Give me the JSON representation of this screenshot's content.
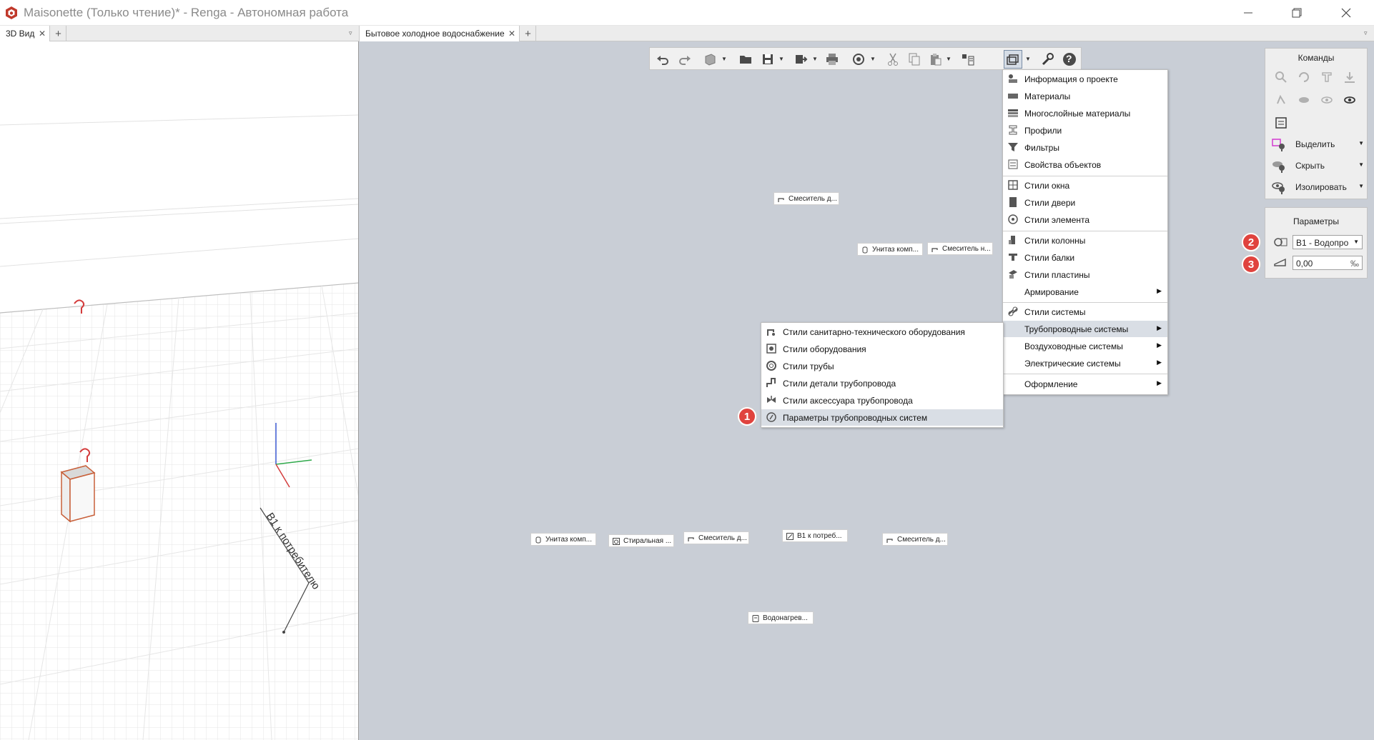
{
  "window": {
    "title": "Maisonette (Только чтение)* - Renga - Автономная работа",
    "controls": {
      "minimize": "minimize-icon",
      "restore": "restore-icon",
      "close": "close-icon"
    }
  },
  "left_tabs": {
    "tabs": [
      {
        "label": "3D Вид"
      }
    ],
    "add": "+",
    "dropdown": "▿"
  },
  "right_tabs": {
    "tabs": [
      {
        "label": "Бытовое холодное водоснабжение"
      }
    ],
    "add": "+",
    "dropdown": "▿"
  },
  "view3d": {
    "annotation": "B1 к потребителю"
  },
  "toolbar": {
    "help": "?",
    "buttons": [
      "undo-icon",
      "redo-icon",
      "3d-view-icon",
      "open-icon",
      "save-icon",
      "export-icon",
      "print-icon",
      "sync-icon",
      "cut-icon",
      "copy-icon",
      "paste-icon",
      "properties-icon",
      "styles-icon",
      "settings-icon",
      "help-icon"
    ]
  },
  "main_menu": {
    "items": [
      {
        "label": "Информация о проекте",
        "icon": "project-info-icon"
      },
      {
        "label": "Материалы",
        "icon": "materials-icon"
      },
      {
        "label": "Многослойные материалы",
        "icon": "layered-materials-icon"
      },
      {
        "label": "Профили",
        "icon": "profiles-icon"
      },
      {
        "label": "Фильтры",
        "icon": "filter-icon"
      },
      {
        "label": "Свойства объектов",
        "icon": "object-properties-icon"
      },
      {
        "label": "Стили окна",
        "icon": "window-styles-icon"
      },
      {
        "label": "Стили двери",
        "icon": "door-styles-icon"
      },
      {
        "label": "Стили элемента",
        "icon": "element-styles-icon"
      },
      {
        "label": "Стили колонны",
        "icon": "column-styles-icon"
      },
      {
        "label": "Стили балки",
        "icon": "beam-styles-icon"
      },
      {
        "label": "Стили пластины",
        "icon": "plate-styles-icon"
      },
      {
        "label": "Армирование",
        "icon": ""
      },
      {
        "label": "Стили системы",
        "icon": "system-styles-icon"
      },
      {
        "label": "Трубопроводные системы",
        "icon": ""
      },
      {
        "label": "Воздуховодные системы",
        "icon": ""
      },
      {
        "label": "Электрические системы",
        "icon": ""
      },
      {
        "label": "Оформление",
        "icon": ""
      }
    ],
    "submenu_arrow": "▶"
  },
  "sub_menu": {
    "items": [
      {
        "label": "Стили санитарно-технического оборудования",
        "icon": "sanitary-styles-icon"
      },
      {
        "label": "Стили оборудования",
        "icon": "equipment-styles-icon"
      },
      {
        "label": "Стили трубы",
        "icon": "pipe-styles-icon"
      },
      {
        "label": "Стили детали трубопровода",
        "icon": "pipe-fitting-styles-icon"
      },
      {
        "label": "Стили аксессуара трубопровода",
        "icon": "pipe-accessory-styles-icon"
      },
      {
        "label": "Параметры трубопроводных систем",
        "icon": "pipe-system-params-icon"
      }
    ]
  },
  "commands_panel": {
    "title": "Команды",
    "rows": [
      {
        "label": "Выделить",
        "icon": "select-icon",
        "arrow": "▼"
      },
      {
        "label": "Скрыть",
        "icon": "hide-icon",
        "arrow": "▼"
      },
      {
        "label": "Изолировать",
        "icon": "isolate-icon",
        "arrow": "▼"
      }
    ]
  },
  "params_panel": {
    "title": "Параметры",
    "system_value": "B1 - Водопро",
    "system_arrow": "▼",
    "slope_value": "0,00",
    "slope_unit": "‰"
  },
  "badges": {
    "one": "1",
    "two": "2",
    "three": "3"
  },
  "fixtures": [
    {
      "label": "Смеситель д...",
      "icon": "faucet-icon"
    },
    {
      "label": "Унитаз комп...",
      "icon": "toilet-icon"
    },
    {
      "label": "Смеситель н...",
      "icon": "faucet-icon"
    },
    {
      "label": "Унитаз комп...",
      "icon": "toilet-icon"
    },
    {
      "label": "Стиральная ...",
      "icon": "washer-icon"
    },
    {
      "label": "Смеситель д...",
      "icon": "faucet-icon"
    },
    {
      "label": "B1 к потреб...",
      "icon": "riser-icon"
    },
    {
      "label": "Смеситель д...",
      "icon": "faucet-icon"
    },
    {
      "label": "Водонагрев...",
      "icon": "heater-icon"
    }
  ],
  "colors": {
    "plan_bg": "#c9ced6",
    "menu_highlight": "#d9dee5",
    "badge": "#e0433e",
    "axis_x": "#d43c3c",
    "axis_y": "#2ea84a",
    "axis_z": "#3c5bd4",
    "object_edge": "#c8603a"
  }
}
